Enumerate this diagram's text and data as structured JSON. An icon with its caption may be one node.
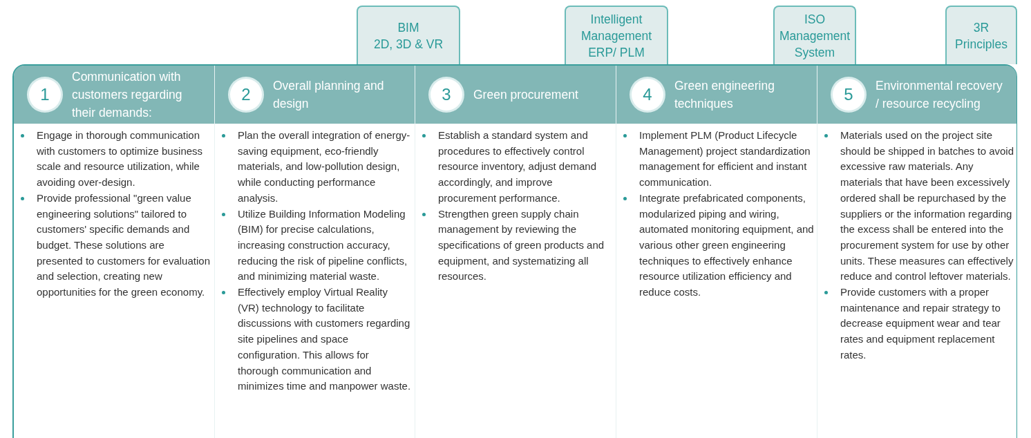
{
  "diagram": {
    "nodes": [
      {
        "text": [],
        "shape": "box"
      },
      {
        "text": [
          "BIM",
          "2D, 3D & VR"
        ]
      },
      {
        "text": [
          "Intelligent Management ERP/ PLM"
        ]
      },
      {
        "text": [
          "ISO Management System"
        ]
      },
      {
        "text": [
          "3R Principles"
        ]
      },
      {
        "text": [
          "Communication with customers regarding their demands:",
          "Engage in thorough communication with customers to optimize business scale and resource utilization, while avoiding over-design.",
          "Provide professional \"green value engineering solutions\" tailored to customers' specific demands and budget. These solutions are presented to customers for evaluation and selection, creating new opportunities for the green economy."
        ],
        "in": 0
      },
      {
        "text": [
          "1"
        ],
        "in": 5
      },
      {
        "text": [
          "Overall planning and design",
          "Plan the overall integration of energy-saving equipment, eco-friendly materials, and low-pollution design, while conducting performance analysis.",
          "Utilize Building Information Modeling (BIM) for precise calculations, increasing construction accuracy, reducing the risk of pipeline conflicts, and minimizing material waste.",
          "Effectively employ Virtual Reality (VR) technology to facilitate discussions with customers regarding site pipelines and space configuration. This allows for thorough communication and minimizes time and manpower waste."
        ],
        "in": 0
      },
      {
        "text": [
          "2"
        ],
        "in": 7
      },
      {
        "text": [
          "Green procurement",
          "Establish a standard system and procedures to effectively control resource inventory, adjust demand accordingly, and improve procurement performance.",
          "Strengthen green supply chain management by reviewing the specifications of green products and equipment, and systematizing all resources."
        ],
        "in": 0
      },
      {
        "text": [
          "3"
        ],
        "in": 9
      },
      {
        "text": [
          "Green engineering techniques",
          "Implement PLM (Product Lifecycle Management) project standardization management for efficient and instant communication.",
          "Integrate prefabricated components, modularized piping and wiring, automated monitoring equipment, and various other green engineering techniques to effectively enhance resource utilization efficiency and reduce costs."
        ],
        "in": 0
      },
      {
        "text": [
          "4"
        ],
        "in": 11
      },
      {
        "text": [
          "Environmental recovery / resource recycling",
          "Materials used on the project site should be shipped in batches to avoid excessive raw materials. Any materials that have been excessively ordered shall be repurchased by the suppliers or the information regarding the excess shall be entered into the procurement system for use by other units. These measures can effectively reduce and control leftover materials.",
          "Provide customers with a proper maintenance and repair strategy to decrease equipment wear and tear rates and equipment replacement rates."
        ],
        "in": 0
      },
      {
        "text": [
          "5"
        ],
        "in": 13
      }
    ],
    "edges": []
  }
}
